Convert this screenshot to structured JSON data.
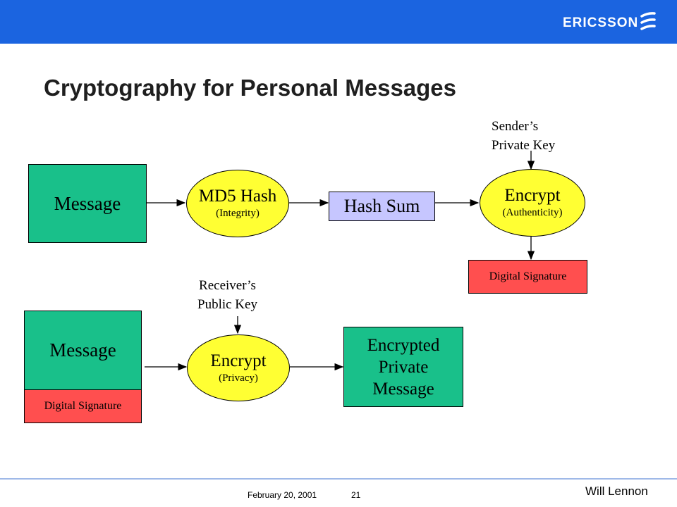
{
  "header": {
    "brand": "ERICSSON",
    "brand_color": "#1b64e0",
    "logo_icon": "ericsson-stripes-icon"
  },
  "title": "Cryptography for Personal Messages",
  "colors": {
    "message_box": "#19c08a",
    "signature_box": "#ff4f4f",
    "hash_box": "#c6c6ff",
    "process": "#ffff33"
  },
  "row1": {
    "message": "Message",
    "md5": {
      "main": "MD5 Hash",
      "sub": "(Integrity)"
    },
    "hash_sum": "Hash Sum",
    "encrypt": {
      "main": "Encrypt",
      "sub": "(Authenticity)"
    },
    "key_line1": "Sender’s",
    "key_line2": "Private Key",
    "signature": "Digital Signature"
  },
  "row2": {
    "message": "Message",
    "signature": "Digital Signature",
    "key_line1": "Receiver’s",
    "key_line2": "Public Key",
    "encrypt": {
      "main": "Encrypt",
      "sub": "(Privacy)"
    },
    "result_line1": "Encrypted",
    "result_line2": "Private",
    "result_line3": "Message"
  },
  "footer": {
    "date": "February 20, 2001",
    "page": "21",
    "author": "Will Lennon"
  }
}
